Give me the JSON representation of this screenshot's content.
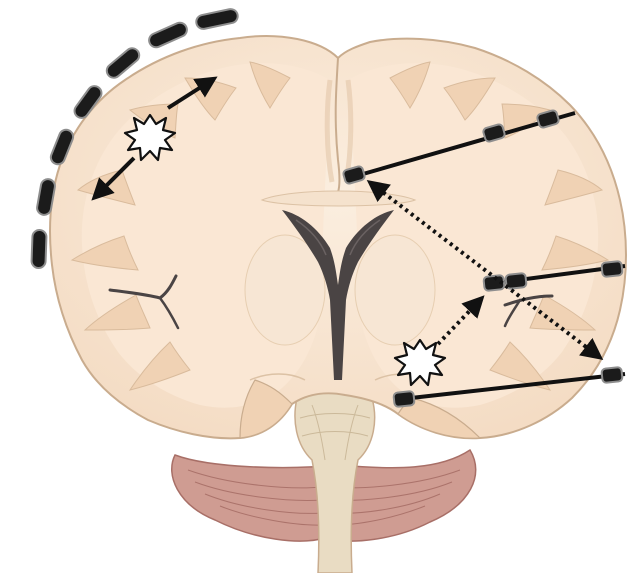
{
  "colors": {
    "background": "#ffffff",
    "white_matter": "#fae7d4",
    "gray_matter": "#f0d2b4",
    "outline": "#c9ac8e",
    "cerebellum": "#cf9c92",
    "cerebellum_lines": "#a86f67",
    "brainstem": "#e9dcc3",
    "ventricle": "#4a4444",
    "electrode": "#1b1b1b",
    "electrode_highlight": "#8e8e8e",
    "arrow": "#111111",
    "burst_fill": "#ffffff",
    "burst_stroke": "#111111"
  },
  "elements": {
    "left_burst_icon": "seizure-burst-icon",
    "right_burst_icon": "seizure-burst-icon",
    "scalp_strip": "subdural-strip-electrode",
    "depth_electrodes": [
      "depth-electrode-upper",
      "depth-electrode-middle",
      "depth-electrode-lower"
    ]
  }
}
